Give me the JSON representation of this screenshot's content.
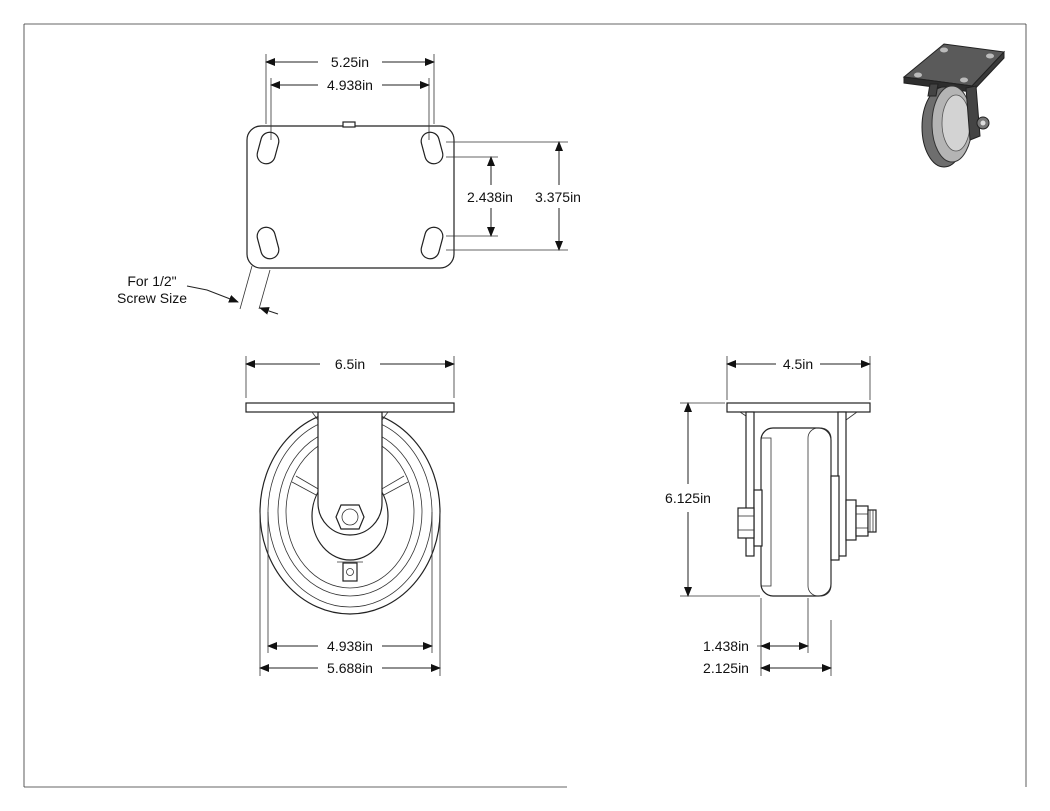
{
  "dimensions": {
    "plate_outer_width": "5.25in",
    "plate_bolt_width": "4.938in",
    "plate_bolt_height": "2.438in",
    "plate_outer_height": "3.375in",
    "screw_note_line1": "For 1/2\"",
    "screw_note_line2": "Screw Size",
    "front_plate_width": "6.5in",
    "wheel_inner_dia": "4.938in",
    "wheel_outer_dia": "5.688in",
    "side_plate_width": "4.5in",
    "overall_height": "6.125in",
    "tread_width": "1.438in",
    "hub_length": "2.125in"
  },
  "colors": {
    "line": "#222222",
    "text": "#111111",
    "iso_dark": "#3a3a3a",
    "iso_mid": "#8a8a8a",
    "iso_light": "#cfcfcf"
  }
}
